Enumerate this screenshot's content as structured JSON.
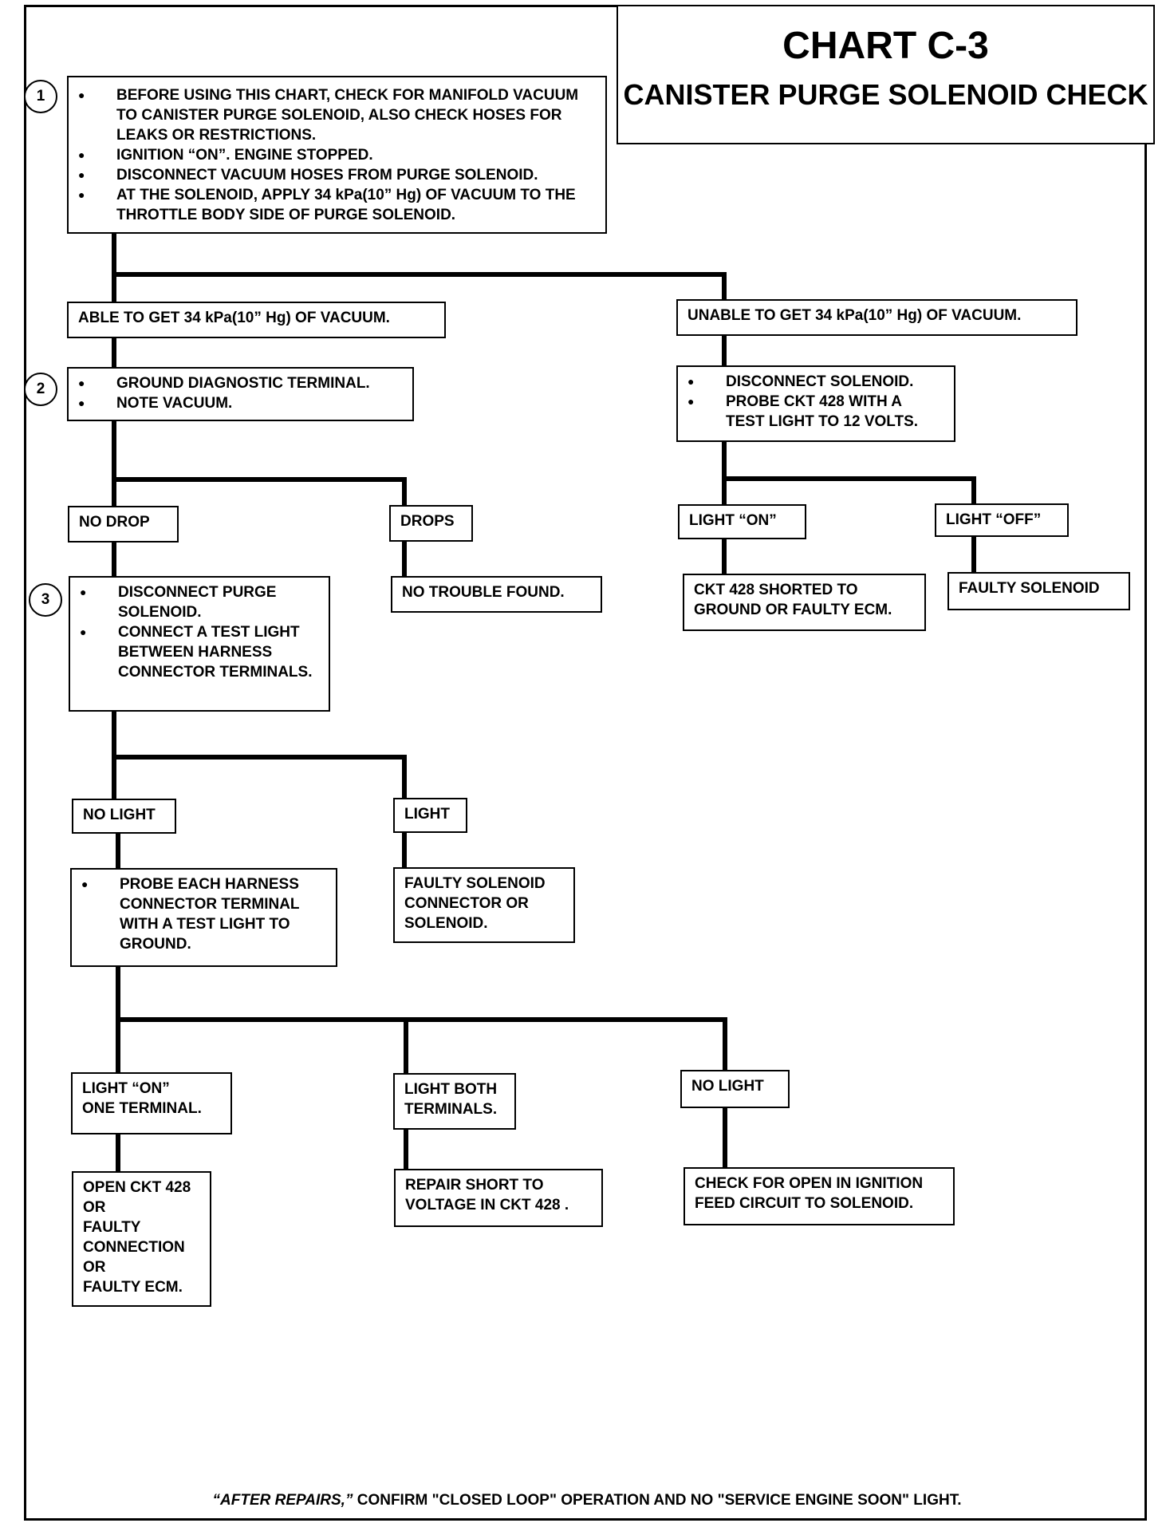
{
  "title": {
    "line1": "CHART C-3",
    "line2": "CANISTER PURGE SOLENOID CHECK"
  },
  "steps": {
    "s1": "1",
    "s2": "2",
    "s3": "3"
  },
  "box_start": {
    "items": [
      "BEFORE USING THIS CHART, CHECK FOR MANIFOLD VACUUM TO CANISTER PURGE SOLENOID, ALSO CHECK HOSES FOR LEAKS OR RESTRICTIONS.",
      "IGNITION “ON”.  ENGINE STOPPED.",
      "DISCONNECT  VACUUM HOSES FROM PURGE  SOLENOID.",
      "AT THE SOLENOID,  APPLY 34 kPa(10” Hg) OF VACUUM TO THE THROTTLE BODY SIDE OF PURGE SOLENOID."
    ]
  },
  "able": "ABLE TO GET 34 kPa(10” Hg) OF VACUUM.",
  "unable": "UNABLE TO GET 34 kPa(10” Hg) OF VACUUM.",
  "box_ground": {
    "items": [
      "GROUND DIAGNOSTIC TERMINAL.",
      "NOTE VACUUM."
    ]
  },
  "box_disconnect_sol": {
    "items": [
      "DISCONNECT SOLENOID.",
      "PROBE CKT 428 WITH A TEST LIGHT TO 12 VOLTS."
    ]
  },
  "no_drop": "NO DROP",
  "drops": "DROPS",
  "no_trouble": "NO TROUBLE FOUND.",
  "light_on_r": "LIGHT “ON”",
  "light_off_r": "LIGHT “OFF”",
  "ckt_shorted": "CKT 428 SHORTED TO\nGROUND OR FAULTY ECM.",
  "faulty_sol_r": "FAULTY SOLENOID",
  "box_disconnect_purge": {
    "items": [
      "DISCONNECT PURGE SOLENOID.",
      "CONNECT A TEST LIGHT BETWEEN HARNESS CONNECTOR TERMINALS."
    ]
  },
  "no_light_1": "NO LIGHT",
  "light_1": "LIGHT",
  "faulty_conn": "FAULTY SOLENOID\nCONNECTOR OR\nSOLENOID.",
  "box_probe": {
    "items": [
      "PROBE EACH HARNESS CONNECTOR TERMINAL WITH A TEST LIGHT TO GROUND."
    ]
  },
  "light_on_one": "LIGHT “ON”\nONE TERMINAL.",
  "light_both": "LIGHT BOTH\nTERMINALS.",
  "no_light_2": "NO LIGHT",
  "open_ckt": "OPEN CKT 428\nOR\nFAULTY\nCONNECTION\nOR\nFAULTY ECM.",
  "repair_short": "REPAIR SHORT TO\nVOLTAGE IN CKT 428 .",
  "check_open": "CHECK FOR OPEN IN IGNITION\nFEED CIRCUIT TO SOLENOID.",
  "footer": {
    "em": "“AFTER REPAIRS,”",
    "rest": " CONFIRM \"CLOSED LOOP\" OPERATION AND NO \"SERVICE ENGINE SOON\" LIGHT."
  }
}
